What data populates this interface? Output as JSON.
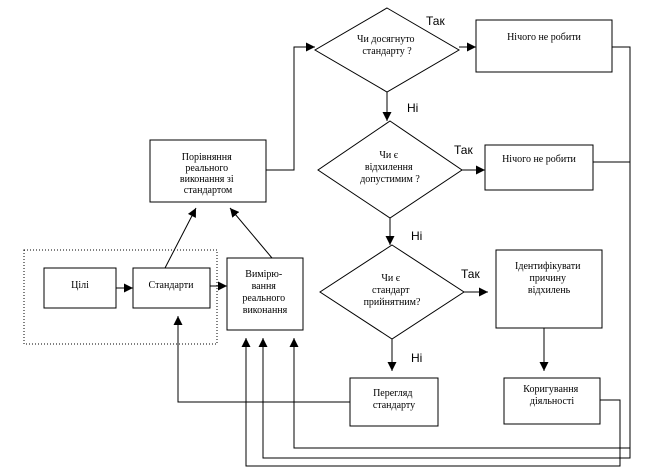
{
  "diagram": {
    "boxes": {
      "goals": [
        "Цілі"
      ],
      "standards": [
        "Стандарти"
      ],
      "measurement": [
        "Вимірю-",
        "вання",
        "реального",
        "виконання"
      ],
      "comparison": [
        "Порівняння",
        "реального",
        "виконання зі",
        "стандартом"
      ],
      "nothing_1": [
        "Нічого не робити"
      ],
      "nothing_2": [
        "Нічого не робити"
      ],
      "identify": [
        "Ідентифікувати",
        "причину",
        "відхилень"
      ],
      "revise": [
        "Перегляд",
        "стандарту"
      ],
      "correct": [
        "Коригування",
        "діяльності"
      ]
    },
    "decisions": {
      "standard_reached": [
        "Чи досягнуто",
        "стандарту ?"
      ],
      "deviation_acceptable": [
        "Чи є",
        "відхилення",
        "допустимим ?"
      ],
      "standard_acceptable": [
        "Чи є",
        "стандарт",
        "прийнятним?"
      ]
    },
    "branch_labels": {
      "yes_1": "Так",
      "no_1": "Ні",
      "yes_2": "Так",
      "no_2": "Ні",
      "yes_3": "Так",
      "no_3": "Ні"
    }
  }
}
